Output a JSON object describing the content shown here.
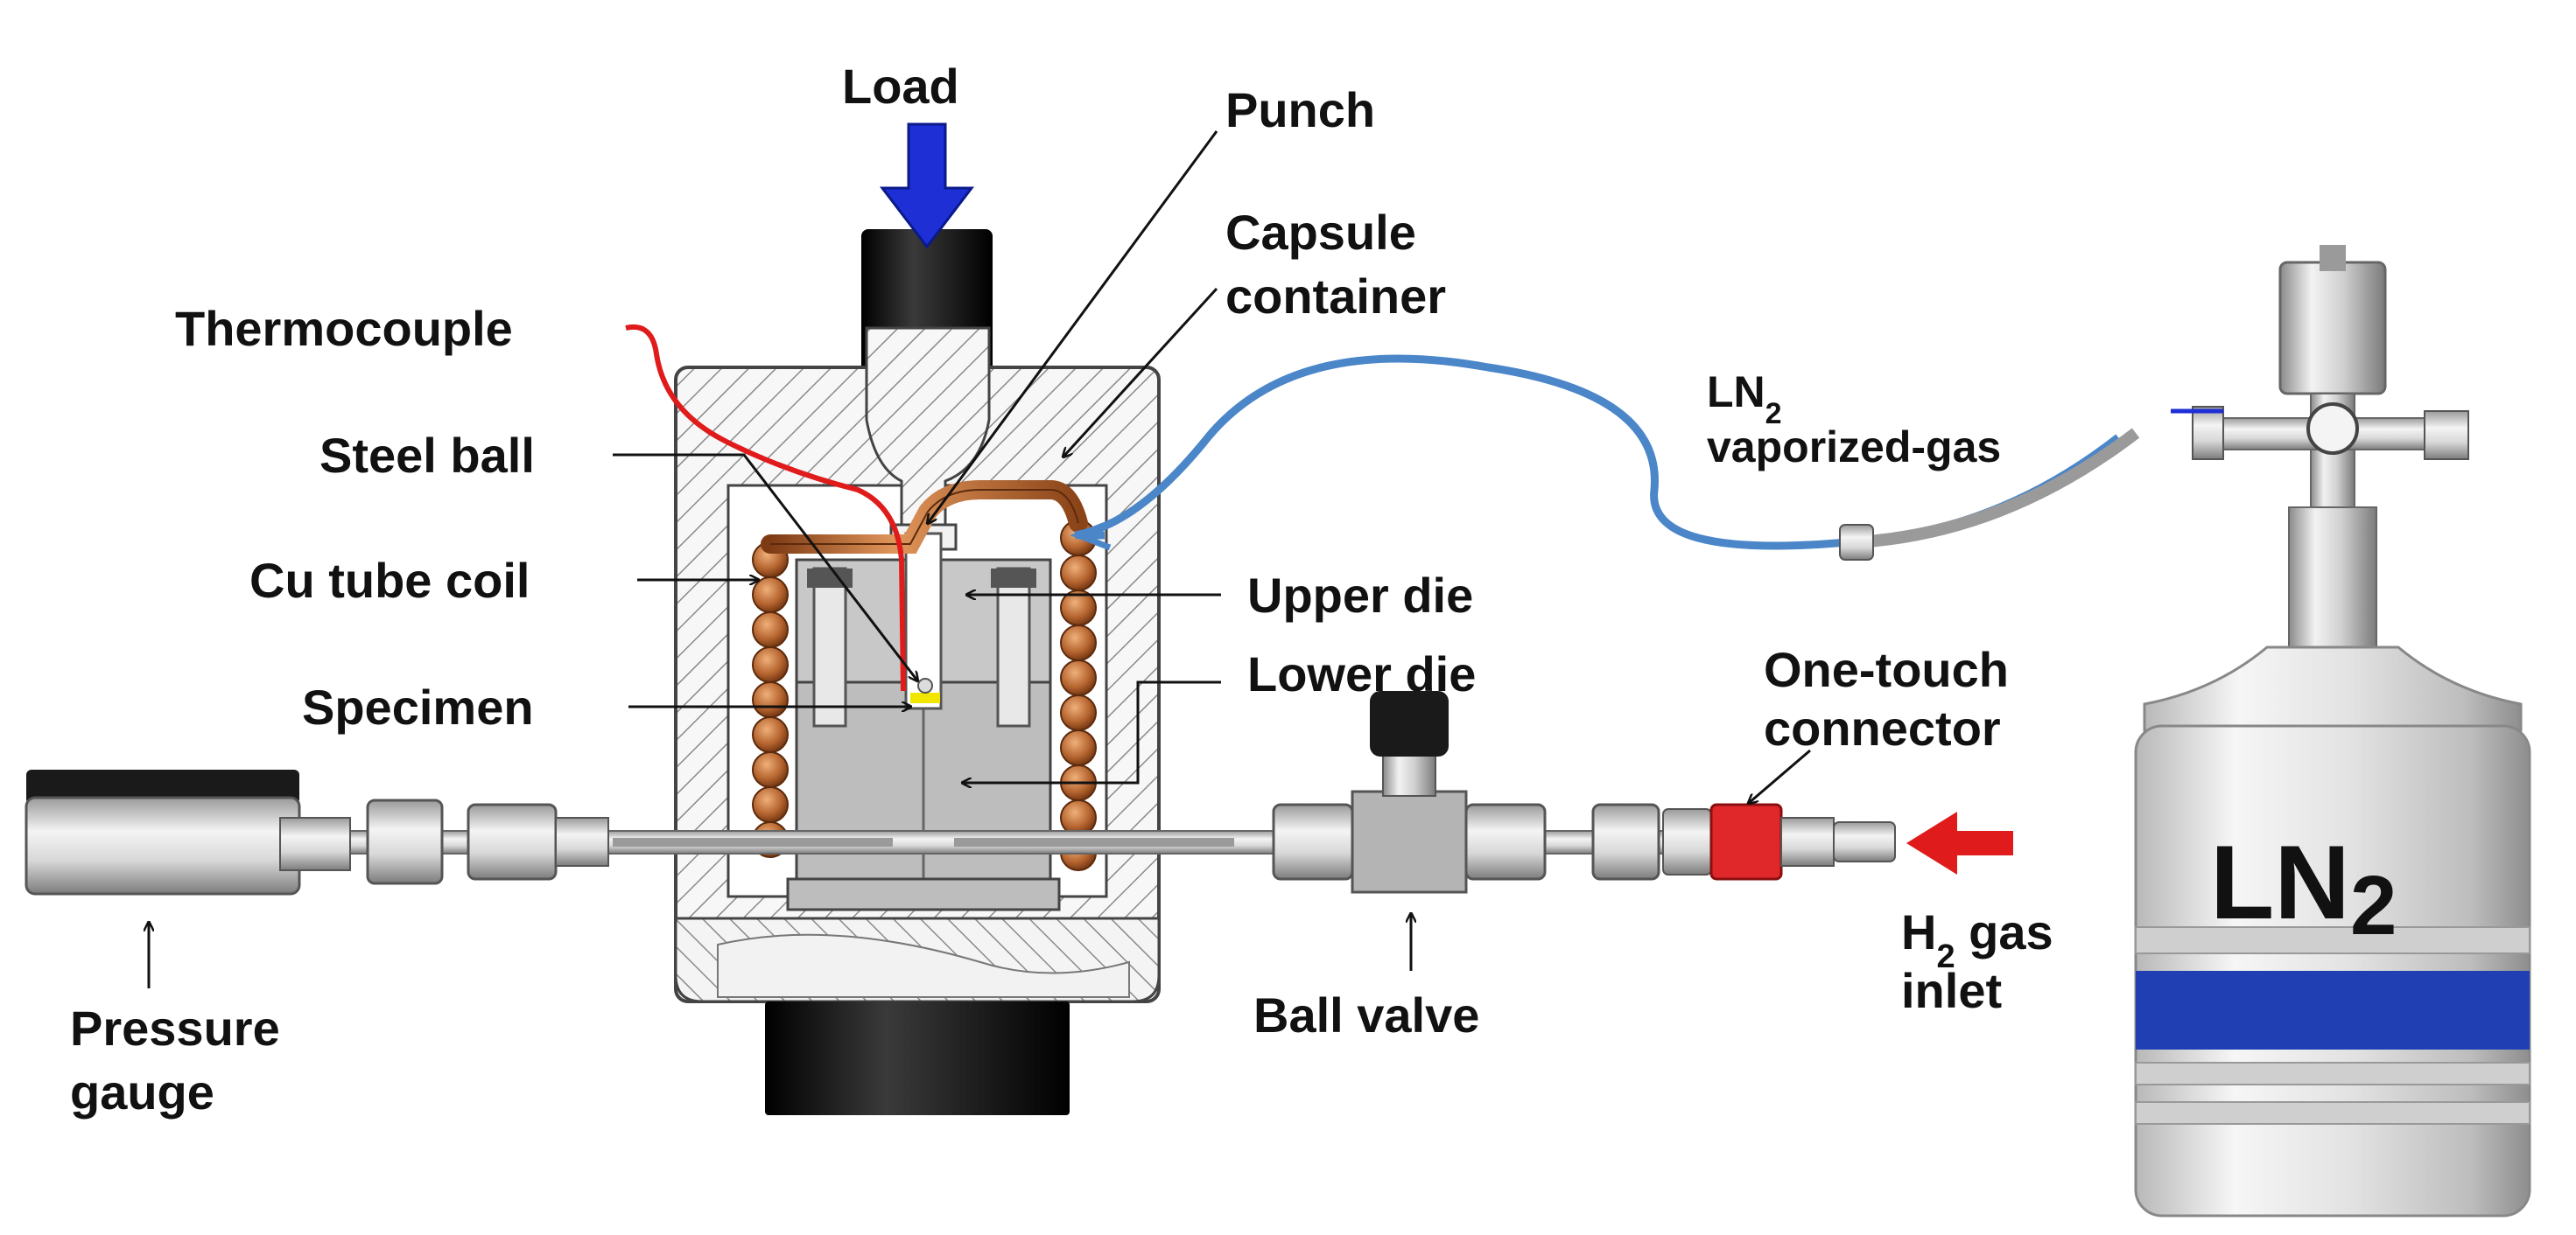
{
  "labels": {
    "load": "Load",
    "punch": "Punch",
    "capsule_line1": "Capsule",
    "capsule_line2": "container",
    "thermocouple": "Thermocouple",
    "steel_ball": "Steel ball",
    "cu_tube_coil": "Cu tube coil",
    "upper_die": "Upper die",
    "specimen": "Specimen",
    "lower_die": "Lower die",
    "one_touch_line1": "One-touch",
    "one_touch_line2": "connector",
    "pressure_line1": "Pressure",
    "pressure_line2": "gauge",
    "ball_valve": "Ball valve",
    "h2_prefix": "H",
    "h2_sub": "2",
    "h2_suffix": " gas",
    "h2_line2": "inlet",
    "ln2_gas_prefix": "LN",
    "ln2_gas_sub": "2",
    "ln2_gas_line2": "vaporized-gas",
    "ln2_tank_prefix": "LN",
    "ln2_tank_sub": "2"
  },
  "colors": {
    "load_arrow": "#1f2fd6",
    "thermocouple_wire": "#e01b1b",
    "copper": "#b5642f",
    "specimen": "#f2e600",
    "gas_hose": "#4a86c8",
    "h2_arrow": "#e01b1b",
    "connector": "#e0282a",
    "tank_band": "#1f3fb3"
  }
}
